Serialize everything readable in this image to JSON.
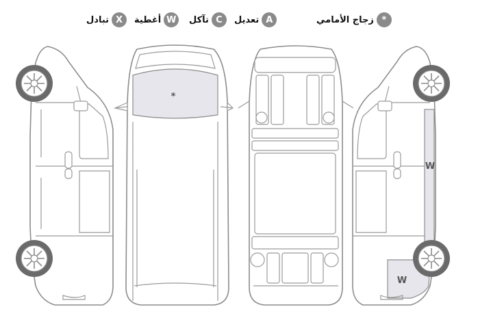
{
  "legend": [
    {
      "symbol": "*",
      "label": "زجاج الأمامي"
    },
    {
      "symbol": "A",
      "label": "تعديل"
    },
    {
      "symbol": "C",
      "label": "تآكل"
    },
    {
      "symbol": "W",
      "label": "أغطية"
    },
    {
      "symbol": "X",
      "label": "تبادل"
    }
  ],
  "views": [
    "left-side",
    "top",
    "bottom",
    "right-side"
  ],
  "marks": {
    "windshield": "*",
    "right_side_pillar": "W",
    "right_side_rear": "W"
  },
  "colors": {
    "badge": "#8a8a8a",
    "shade": "#e6e6ec",
    "outline": "#8c8c8c"
  }
}
